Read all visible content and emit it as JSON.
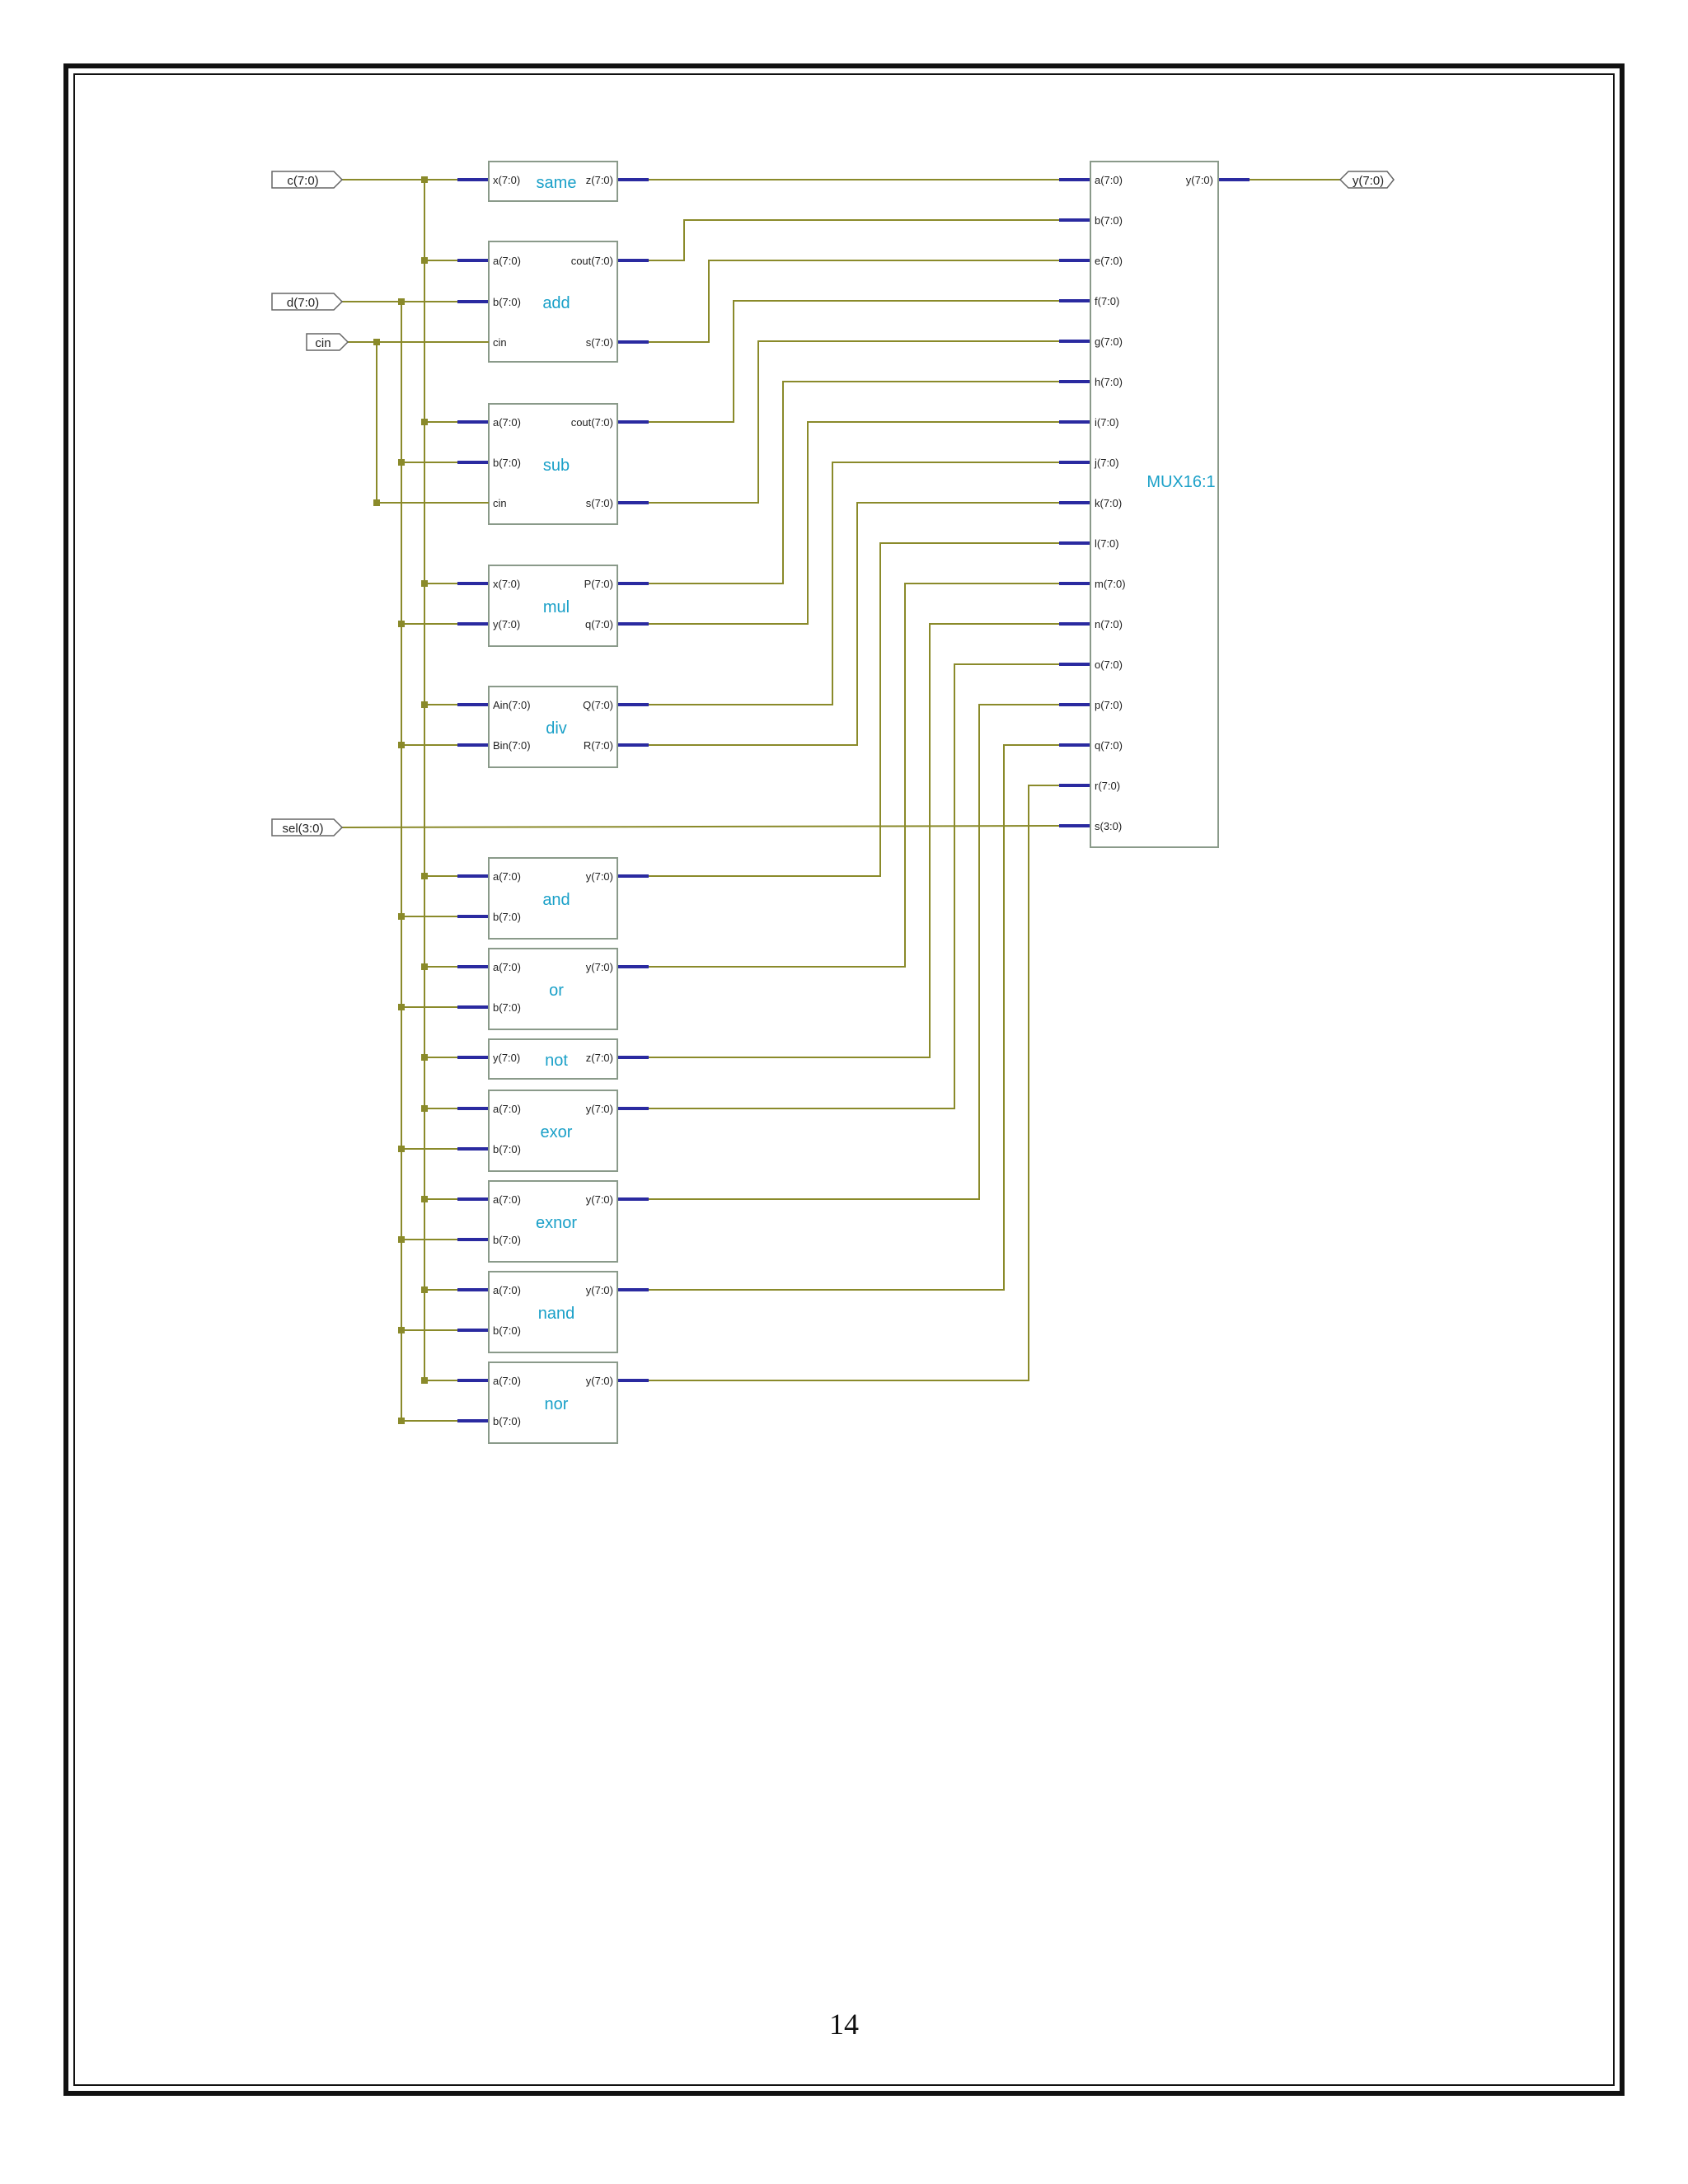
{
  "colors": {
    "wire": "#8a8a2a",
    "bus": "#2a2aa0",
    "block_border": "#8a9a8a",
    "module_label": "#1aa0c8",
    "pin_text": "#222222",
    "frame": "#111111"
  },
  "io_ports": {
    "inputs": [
      {
        "id": "c",
        "label": "c(7:0)"
      },
      {
        "id": "d",
        "label": "d(7:0)"
      },
      {
        "id": "cin",
        "label": "cin"
      },
      {
        "id": "sel",
        "label": "sel(3:0)"
      }
    ],
    "output": {
      "id": "y",
      "label": "y(7:0)"
    }
  },
  "modules": [
    {
      "id": "same",
      "name": "same",
      "inputs": [
        {
          "label": "x(7:0)",
          "from": "c"
        }
      ],
      "outputs": [
        {
          "label": "z(7:0)",
          "mux": 0
        }
      ]
    },
    {
      "id": "add",
      "name": "add",
      "inputs": [
        {
          "label": "a(7:0)",
          "from": "c"
        },
        {
          "label": "b(7:0)",
          "from": "d"
        },
        {
          "label": "cin",
          "from": "cin"
        }
      ],
      "outputs": [
        {
          "label": "cout(7:0)",
          "mux": 1
        },
        {
          "label": "s(7:0)",
          "mux": 2
        }
      ]
    },
    {
      "id": "sub",
      "name": "sub",
      "inputs": [
        {
          "label": "a(7:0)",
          "from": "c"
        },
        {
          "label": "b(7:0)",
          "from": "d"
        },
        {
          "label": "cin",
          "from": "cin"
        }
      ],
      "outputs": [
        {
          "label": "cout(7:0)",
          "mux": 3
        },
        {
          "label": "s(7:0)",
          "mux": 4
        }
      ]
    },
    {
      "id": "mul",
      "name": "mul",
      "inputs": [
        {
          "label": "x(7:0)",
          "from": "c"
        },
        {
          "label": "y(7:0)",
          "from": "d"
        }
      ],
      "outputs": [
        {
          "label": "P(7:0)",
          "mux": 5
        },
        {
          "label": "q(7:0)",
          "mux": 6
        }
      ]
    },
    {
      "id": "div",
      "name": "div",
      "inputs": [
        {
          "label": "Ain(7:0)",
          "from": "c"
        },
        {
          "label": "Bin(7:0)",
          "from": "d"
        }
      ],
      "outputs": [
        {
          "label": "Q(7:0)",
          "mux": 7
        },
        {
          "label": "R(7:0)",
          "mux": 8
        }
      ]
    },
    {
      "id": "and",
      "name": "and",
      "inputs": [
        {
          "label": "a(7:0)",
          "from": "c"
        },
        {
          "label": "b(7:0)",
          "from": "d"
        }
      ],
      "outputs": [
        {
          "label": "y(7:0)",
          "mux": 9
        }
      ]
    },
    {
      "id": "or",
      "name": "or",
      "inputs": [
        {
          "label": "a(7:0)",
          "from": "c"
        },
        {
          "label": "b(7:0)",
          "from": "d"
        }
      ],
      "outputs": [
        {
          "label": "y(7:0)",
          "mux": 10
        }
      ]
    },
    {
      "id": "not",
      "name": "not",
      "inputs": [
        {
          "label": "y(7:0)",
          "from": "c"
        }
      ],
      "outputs": [
        {
          "label": "z(7:0)",
          "mux": 11
        }
      ]
    },
    {
      "id": "exor",
      "name": "exor",
      "inputs": [
        {
          "label": "a(7:0)",
          "from": "c"
        },
        {
          "label": "b(7:0)",
          "from": "d"
        }
      ],
      "outputs": [
        {
          "label": "y(7:0)",
          "mux": 12
        }
      ]
    },
    {
      "id": "exnor",
      "name": "exnor",
      "inputs": [
        {
          "label": "a(7:0)",
          "from": "c"
        },
        {
          "label": "b(7:0)",
          "from": "d"
        }
      ],
      "outputs": [
        {
          "label": "y(7:0)",
          "mux": 13
        }
      ]
    },
    {
      "id": "nand",
      "name": "nand",
      "inputs": [
        {
          "label": "a(7:0)",
          "from": "c"
        },
        {
          "label": "b(7:0)",
          "from": "d"
        }
      ],
      "outputs": [
        {
          "label": "y(7:0)",
          "mux": 14
        }
      ]
    },
    {
      "id": "nor",
      "name": "nor",
      "inputs": [
        {
          "label": "a(7:0)",
          "from": "c"
        },
        {
          "label": "b(7:0)",
          "from": "d"
        }
      ],
      "outputs": [
        {
          "label": "y(7:0)",
          "mux": 15
        }
      ]
    }
  ],
  "mux": {
    "name": "MUX16:1",
    "inputs": [
      "a(7:0)",
      "b(7:0)",
      "e(7:0)",
      "f(7:0)",
      "g(7:0)",
      "h(7:0)",
      "i(7:0)",
      "j(7:0)",
      "k(7:0)",
      "l(7:0)",
      "m(7:0)",
      "n(7:0)",
      "o(7:0)",
      "p(7:0)",
      "q(7:0)",
      "r(7:0)",
      "s(3:0)"
    ],
    "output": "y(7:0)"
  },
  "page_number": "14"
}
